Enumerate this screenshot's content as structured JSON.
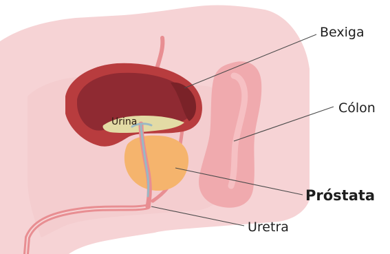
{
  "labels": {
    "bladder": "Bexiga",
    "colon": "Cólon",
    "prostate": "Próstata",
    "urethra": "Uretra",
    "urine": "Urina"
  },
  "colors": {
    "body": "#f6d3d5",
    "body_inner": "#f3c8cb",
    "bladder_wall": "#b83c3e",
    "bladder_inside": "#8f2a32",
    "bladder_dark": "#7a2228",
    "urine": "#e3dba5",
    "urethra": "#e88e92",
    "urethra_inner": "#99b8c4",
    "prostate": "#f5b46d",
    "colon": "#f0aaae",
    "colon_light": "#f7c6c8"
  }
}
